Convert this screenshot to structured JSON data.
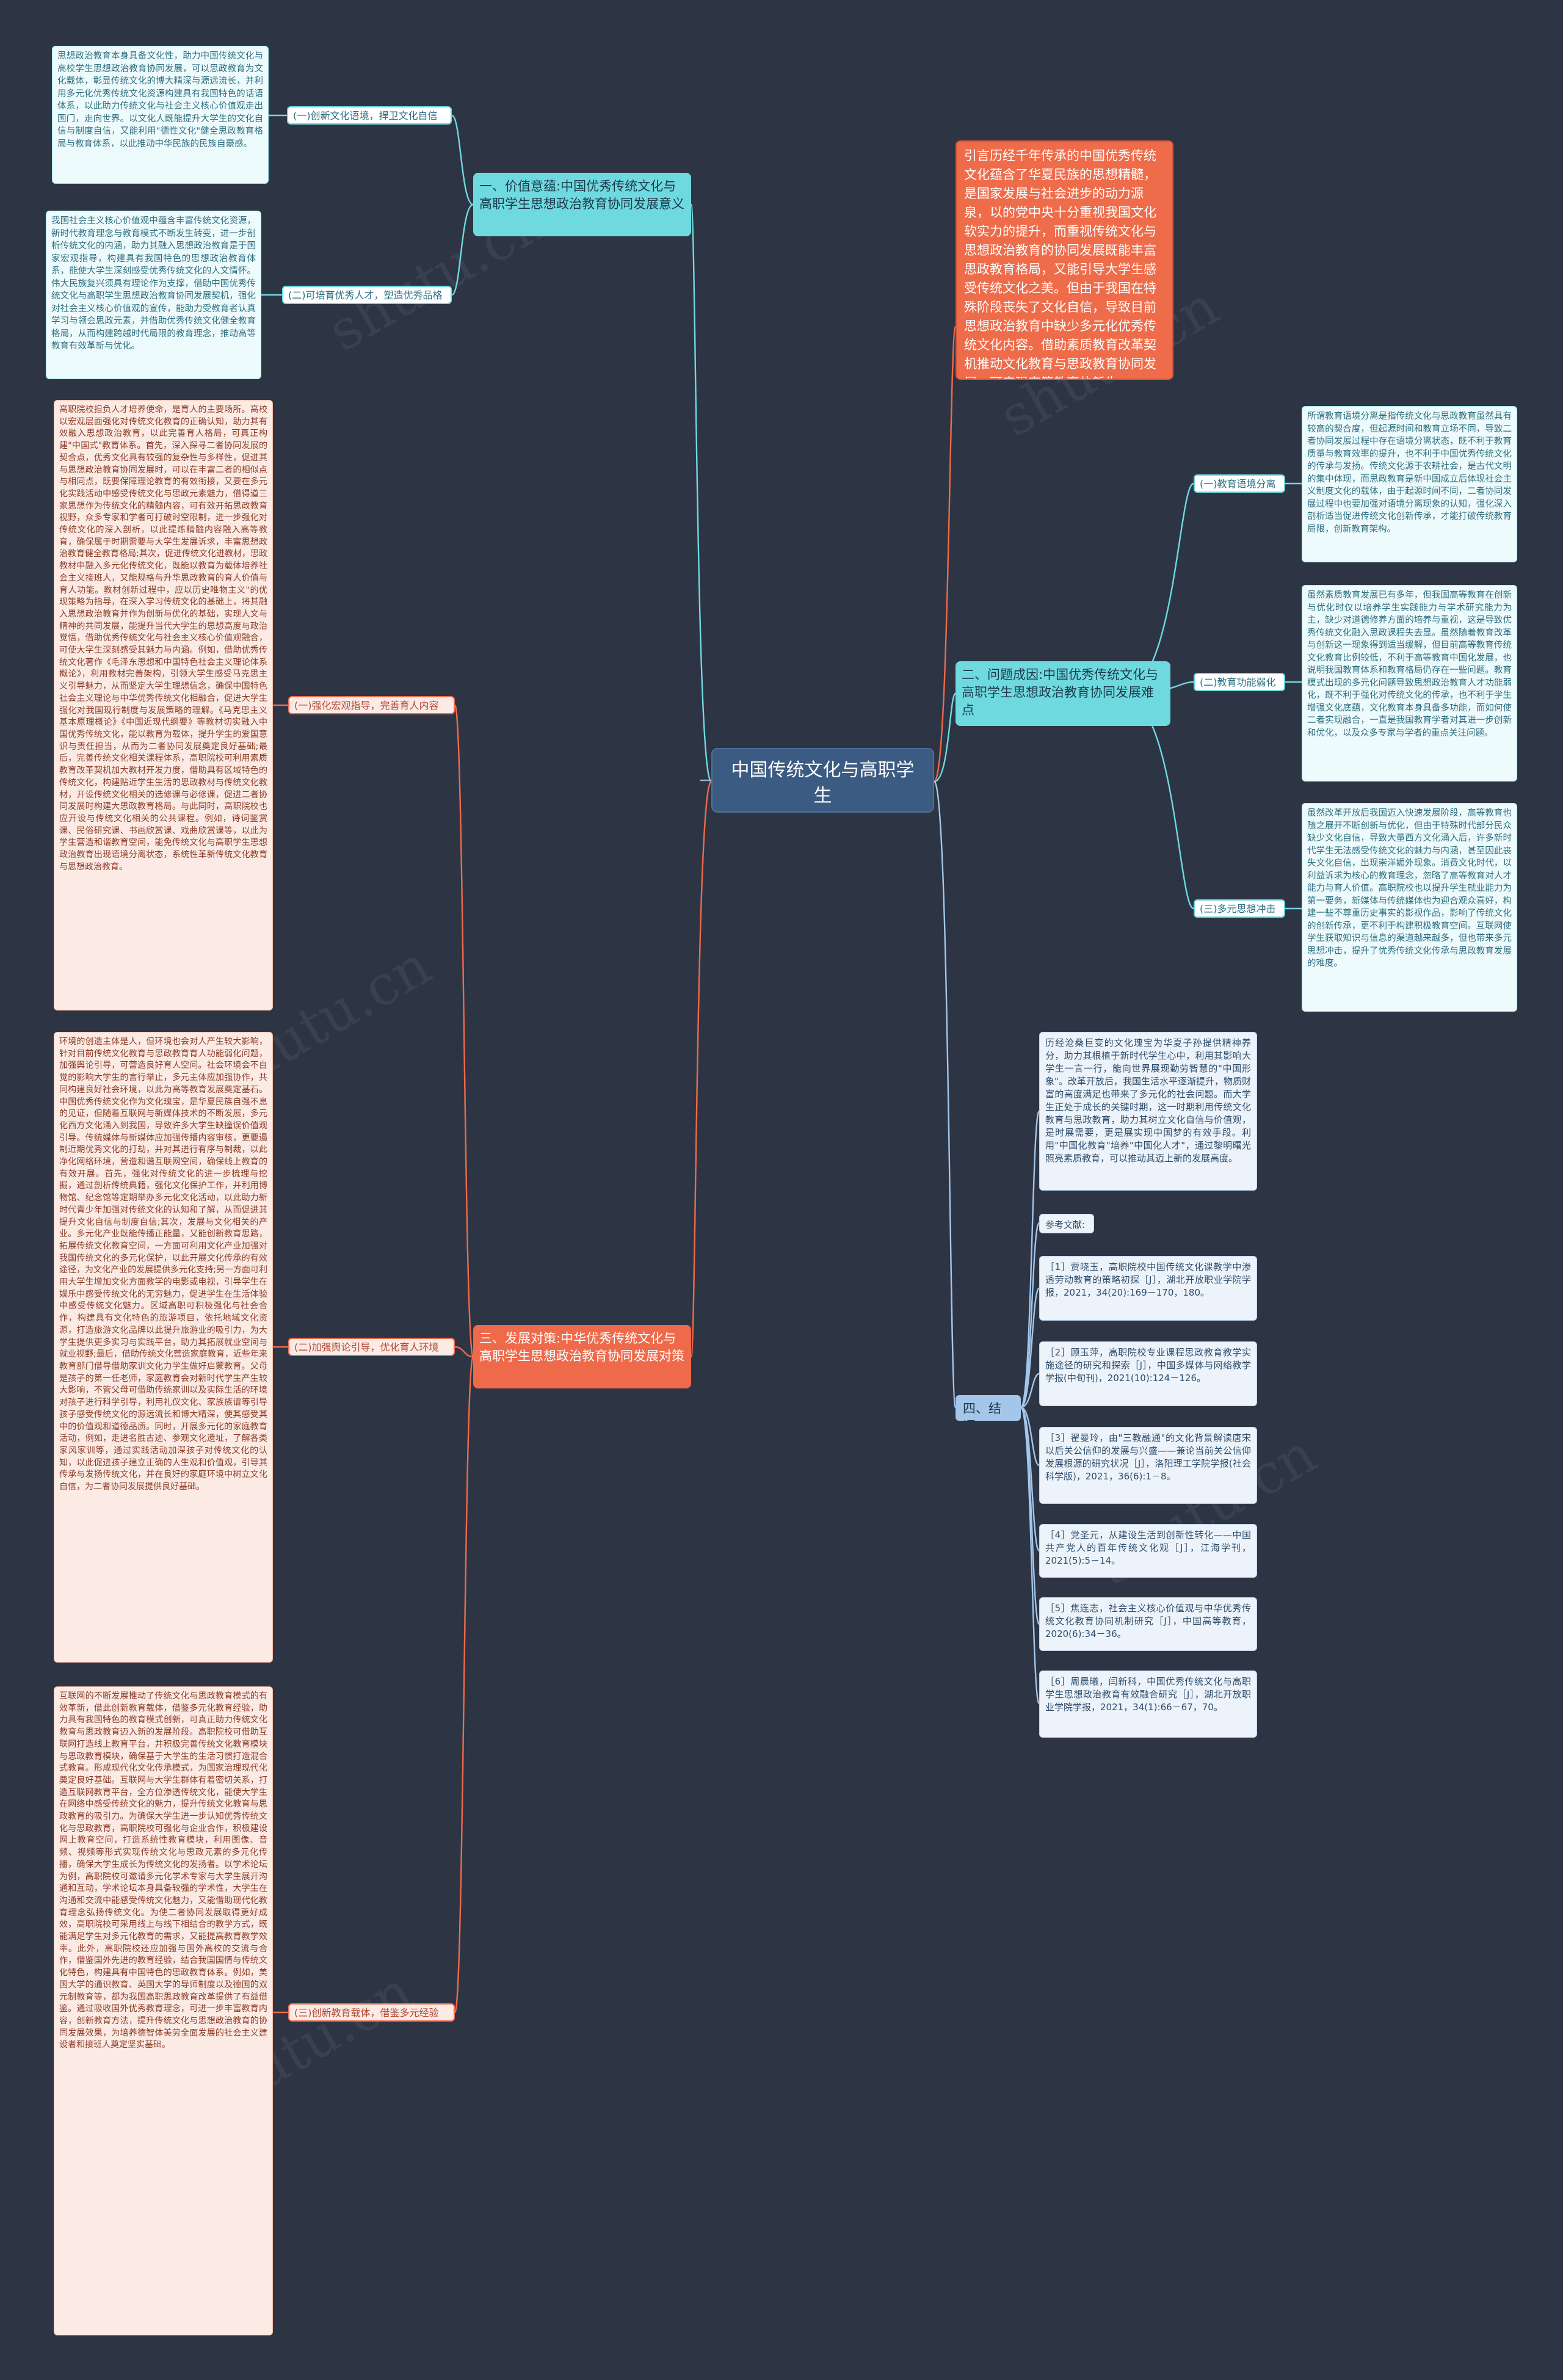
{
  "root": {
    "title": "中国传统文化与高职学生\n思想政治研究"
  },
  "intro": {
    "text": "引言历经千年传承的中国优秀传统文化蕴含了华夏民族的思想精髓，是国家发展与社会进步的动力源泉，以的党中央十分重视我国文化软实力的提升，而重视传统文化与思想政治教育的协同发展既能丰富思政教育格局，又能引导大学生感受传统文化之美。但由于我国在特殊阶段丧失了文化自信，导致目前思想政治教育中缺少多元化优秀传统文化内容。借助素质教育改革契机推动文化教育与思政教育协同发展，可实现高等教育的新生。"
  },
  "sections": {
    "s1": {
      "title": "一、价值意蕴:中国优秀传统文化与高职学生思想政治教育协同发展意义",
      "subs": [
        {
          "label": "(一)创新文化语境，捍卫文化自信",
          "text": "思想政治教育本身具备文化性，助力中国传统文化与高校学生思想政治教育协同发展，可以思政教育为文化载体，彰显传统文化的博大精深与源远流长，并利用多元化优秀传统文化资源构建具有我国特色的话语体系，以此助力传统文化与社会主义核心价值观走出国门，走向世界。以文化人既能提升大学生的文化自信与制度自信，又能利用\"德性文化\"健全思政教育格局与教育体系，以此推动中华民族的民族自豪感。"
        },
        {
          "label": "(二)可培育优秀人才，塑造优秀品格",
          "text": "我国社会主义核心价值观中蕴含丰富传统文化资源，新时代教育理念与教育模式不断发生转变，进一步剖析传统文化的内涵，助力其融入思想政治教育是于国家宏观指导，构建具有我国特色的思想政治教育体系，能使大学生深刻感受优秀传统文化的人文情怀。伟大民族复兴须具有理论作为支撑，借助中国优秀传统文化与高职学生思想政治教育协同发展契机，强化对社会主义核心价值观的宣传，能助力受教育者认真学习与领会思政元素，并借助优秀传统文化健全教育格局，从而构建跨越时代局限的教育理念，推动高等教育有效革新与优化。"
        }
      ]
    },
    "s2": {
      "title": "二、问题成因:中国优秀传统文化与高职学生思想政治教育协同发展难点",
      "subs": [
        {
          "label": "(一)教育语境分离",
          "text": "所谓教育语境分离是指传统文化与思政教育虽然具有较高的契合度，但起源时间和教育立场不同，导致二者协同发展过程中存在语境分离状态，既不利于教育质量与教育效率的提升，也不利于中国优秀传统文化的传承与发扬。传统文化源于农耕社会，是古代文明的集中体现，而思政教育是新中国成立后体现社会主义制度文化的载体，由于起源时间不同，二者协同发展过程中也要加强对语境分离现象的认知，强化深入剖析适当促进传统文化创新传承，才能打破传统教育局限，创新教育架构。"
        },
        {
          "label": "(二)教育功能弱化",
          "text": "虽然素质教育发展已有多年，但我国高等教育在创新与优化时仅以培养学生实践能力与学术研究能力为主，缺少对道德修养方面的培养与重视，这是导致优秀传统文化融入思政课程失去显。虽然随着教育改革与创新这一现象得到适当缓解，但目前高等教育传统文化教育比例较低，不利于高等教育中国化发展，也说明我国教育体系和教育格局仍存在一些问题。教育模式出现的多元化问题导致思想政治教育人才功能弱化，既不利于强化对传统文化的传承，也不利于学生增强文化底蕴，文化教育本身具备多功能，而如何使二者实现融合，一直是我国教育学者对其进一步创新和优化，以及众多专家与学者的重点关注问题。"
        },
        {
          "label": "(三)多元思想冲击",
          "text": "虽然改革开放后我国迈入快速发展阶段，高等教育也随之展开不断创新与优化，但由于特殊时代部分民众缺少文化自信，导致大量西方文化涌入后，许多新时代学生无法感受传统文化的魅力与内涵，甚至因此丧失文化自信，出现崇洋媚外现象。消费文化时代，以利益诉求为核心的教育理念，忽略了高等教育对人才能力与育人价值。高职院校也以提升学生就业能力为第一要务，新媒体与传统媒体也为迎合观众喜好，构建一些不尊重历史事实的影视作品，影响了传统文化的创新传承，更不利于构建积极教育空间。互联网使学生获取知识与信息的渠道越来越多，但也带来多元思想冲击，提升了优秀传统文化传承与思政教育发展的难度。"
        }
      ]
    },
    "s3": {
      "title": "三、发展对策:中华优秀传统文化与高职学生思想政治教育协同发展对策",
      "subs": [
        {
          "label": "(一)强化宏观指导，完善育人内容",
          "text": "高职院校担负人才培养使命，是育人的主要场所。高校以宏观层面强化对传统文化教育的正确认知，助力其有效融入思想政治教育，以此完善育人格局，可真正构建\"中国式\"教育体系。首先，深入探寻二者协同发展的契合点，优秀文化具有较强的复杂性与多样性，促进其与思想政治教育协同发展时，可以在丰富二者的相似点与相同点，既要保障理论教育的有效衔接，又要在多元化实践活动中感受传统文化与思政元素魅力，借得道三家思想作为传统文化的精髓内容，可有效开拓思政教育视野，众多专家和学者可打破时空限制，进一步强化对传统文化的深入剖析，以此提炼精髓内容融入高等教育，确保属于时期需要与大学生发展诉求，丰富思想政治教育健全教育格局;其次，促进传统文化进教材，思政教材中融入多元化传统文化，既能以教育为载体培养社会主义接班人，又能规格与升华思政教育的育人价值与育人功能。教材创新过程中，应以历史唯物主义\"的优现策略为指导，在深入学习传统文化的基础上，将其融入思想政治教育并作为创新与优化的基础，实现人文与精神的共同发展，能提升当代大学生的思想高度与政治觉悟，借助优秀传统文化与社会主义核心价值观融合，可使大学生深刻感受其魅力与内涵。例如，借助优秀传统文化著作《毛泽东思想和中国特色社会主义理论体系概论》，利用教材完善架构，引领大学生感受马克思主义引导魅力，从而坚定大学生理想信念，确保中国特色社会主义理论与中华优秀传统文化相融合，促进大学生强化对我国现行制度与发展策略的理解。《马克思主义基本原理概论》《中国近现代纲要》等教材切实融入中国优秀传统文化，能以教育为载体，提升学生的爱国意识与责任担当，从而为二者协同发展奠定良好基础;最后，完善传统文化相关课程体系，高职院校可利用素质教育改革契机加大教材开发力度，借助具有区域特色的传统文化，构建贴近学生生活的思政教材与传统文化教材，开设传统文化相关的选修课与必修课，促进二者协同发展时构建大思政教育格局。与此同时，高职院校也应开设与传统文化相关的公共课程。例如，诗词鉴赏课、民俗研究课、书画欣赏课、戏曲欣赏课等，以此为学生营造和谐教育空间，能免传统文化与高职学生思想政治教育出现语境分离状态，系统性革新传统文化教育与思想政治教育。"
        },
        {
          "label": "(二)加强舆论引导，优化育人环境",
          "text": "环境的创造主体是人，但环境也会对人产生较大影响，针对目前传统文化教育与思政教育育人功能弱化问题，加强舆论引导，可营造良好育人空间。社会环境会不自觉的影响大学生的言行举止，多元主体应加强协作，共同构建良好社会环境，以此为高等教育发展奠定基石。中国优秀传统文化作为文化瑰宝，是华夏民族自强不息的见证，但随着互联网与新媒体技术的不断发展，多元化西方文化涌入到我国，导致许多大学生缺撞误价值观引导。传统媒体与新媒体应加强传播内容审核，更要遏制近期优秀文化的打劫，并对其进行有序与制裁，以此净化网络环境，营造和谐互联网空间，确保线上教育的有效开展。首先，强化对传统文化的进一步梳理与挖掘，通过剖析传统典籍，强化文化保护工作，并利用博物馆、纪念馆等定期举办多元化文化活动，以此助力新时代青少年加强对传统文化的认知和了解，从而促进其提升文化自信与制度自信;其次，发展与文化相关的产业。多元化产业既能传播正能量，又能创新教育思路，拓展传统文化教育空间，一方面可利用文化产业加强对我国传统文化的多元化保护，以此开展文化传承的有效途径，为文化产业的发展提供多元化支持;另一方面可利用大学生增加文化方面教学的电影或电视，引导学生在娱乐中感受传统文化的无穷魅力，促进学生在生活体验中感受传统文化魅力。区域高职可积极强化与社会合作，构建具有文化特色的旅游项目，依托地域文化资源，打造旅游文化品牌以此提升旅游业的吸引力，为大学生提供更多实习与实践平台，助力其拓展就业空间与就业视野;最后，借助传统文化营造家庭教育，近些年来教育部门借导借助家训文化力学生做好启蒙教育。父母是孩子的第一任老师，家庭教育会对新时代学生产生较大影响，不管父母可借助传统家训以及实际生活的环境对孩子进行科学引导，利用礼仪文化、家族族谱等引导孩子感受传统文化的源远流长和博大精深，使其感受其中的价值观和道德品质。同时，开展多元化的家庭教育活动，例如，走进名胜古迹、参观文化遗址，了解各类家风家训等，通过实践活动加深孩子对传统文化的认知，以此促进孩子建立正确的人生观和价值观，引导其传承与发扬传统文化，并在良好的家庭环境中树立文化自信，为二者协同发展提供良好基础。"
        },
        {
          "label": "(三)创新教育载体，借鉴多元经验",
          "text": "互联网的不断发展推动了传统文化与思政教育模式的有效革新，借此创新教育载体，借鉴多元化教育经验，助力具有我国特色的教育模式创新，可真正助力传统文化教育与思政教育迈入新的发展阶段。高职院校可借助互联网打造线上教育平台，并积极完善传统文化教育模块与思政教育模块，确保基于大学生的生活习惯打造混合式教育。形成现代化文化传承模式，为国家治理现代化奠定良好基础。互联网与大学生群体有着密切关系，打造互联网教育平台，全方位渗透传统文化，能使大学生在网络中感受传统文化的魅力，提升传统文化教育与思政教育的吸引力。为确保大学生进一步认知优秀传统文化与思政教育，高职院校可强化与企业合作，积极建设网上教育空间，打造系统性教育模块，利用图像、音频、视频等形式实现传统文化与思政元素的多元化传播，确保大学生成长为传统文化的发扬者。以学术论坛为例，高职院校可邀请多元化学术专家与大学生展开沟通和互动，学术论坛本身具备较强的学术性，大学生在沟通和交流中能感受传统文化魅力，又能借助现代化教育理念弘扬传统文化。为使二者协同发展取得更好成效，高职院校可采用线上与线下相结合的教学方式，既能满足学生对多元化教育的需求，又能提高教育教学效率。此外，高职院校还应加强与国外高校的交流与合作，借鉴国外先进的教育经验，结合我国国情与传统文化特色，构建具有中国特色的思政教育体系。例如，美国大学的通识教育、英国大学的导师制度以及德国的双元制教育等，都为我国高职思政教育改革提供了有益借鉴。通过吸收国外优秀教育理念，可进一步丰富教育内容，创新教育方法，提升传统文化与思想政治教育的协同发展效果，为培养德智体美劳全面发展的社会主义建设者和接班人奠定坚实基础。"
        }
      ]
    },
    "s4": {
      "title": "四、结语",
      "conclusion": "历经沧桑巨变的文化瑰宝为华夏子孙提供精神养分，助力其根植于新时代学生心中，利用其影响大学生一言一行，能向世界展现勤劳智慧的\"中国形象\"。改革开放后，我国生活水平逐渐提升，物质财富的高度满足也带来了多元化的社会问题。而大学生正处于成长的关键时期，这一时期利用传统文化教育与思政教育，助力其树立文化自信与价值观，是时展需要，更是展实现中国梦的有效手段。利用\"中国化教育\"培养\"中国化人才\"，通过黎明曙光照亮素质教育，可以推动其迈上新的发展高度。",
      "refs_label": "参考文献:",
      "refs": [
        "［1］贾晓玉，高职院校中国传统文化课教学中渗透劳动教育的策略初探［J］，湖北开放职业学院学报，2021，34(20):169－170，180。",
        "［2］顾玉萍，高职院校专业课程思政教育教学实施途径的研究和探索［J］，中国多媒体与网络教学学报(中旬刊)，2021(10):124－126。",
        "［3］翟曼玲，由\"三教融通\"的文化背景解读唐宋以后关公信仰的发展与兴盛——兼论当前关公信仰发展根源的研究状况［J］，洛阳理工学院学报(社会科学版)，2021，36(6):1－8。",
        "［4］党圣元，从建设生活到创新性转化——中国共产党人的百年传统文化观［J］，江海学刊，2021(5):5－14。",
        "［5］焦连志，社会主义核心价值观与中华优秀传统文化教育协同机制研究［J］，中国高等教育，2020(6):34－36。",
        "［6］周晨曦，闫新科，中国优秀传统文化与高职学生思想政治教育有效融合研究［J］，湖北开放职业学院学报，2021，34(1):66－67，70。"
      ]
    }
  },
  "colors": {
    "background": "#2d3544",
    "root": "#3c5b82",
    "cyan": "#6fd9e0",
    "orange": "#ee6a4a",
    "blue": "#a3c6ea"
  },
  "watermark": "shutu.cn"
}
